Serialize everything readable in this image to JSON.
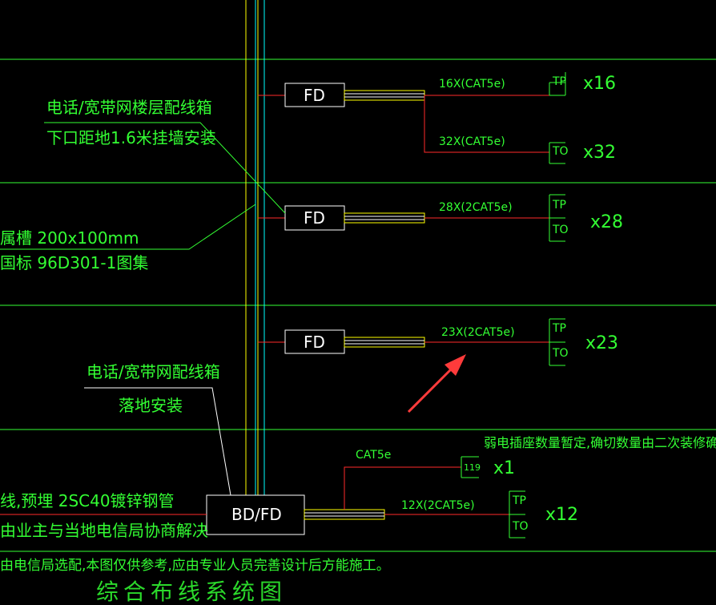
{
  "texts": {
    "note_floor_box_1": "电话/宽带网楼层配线箱",
    "note_floor_box_2": "下口距地1.6米挂墙安装",
    "note_tray_1": "属槽 200x100mm",
    "note_tray_2": "国标 96D301-1图集",
    "note_main_box_1": "电话/宽带网配线箱",
    "note_main_box_2": "落地安装",
    "note_pipe_1": "线,预埋 2SC40镀锌钢管",
    "note_pipe_2": "由业主与当地电信局协商解决",
    "note_outlet": "弱电插座数量暂定,确切数量由二次装修确定",
    "note_bottom": "由电信局选配,本图仅供参考,应由专业人员完善设计后方能施工。",
    "title": "综合布线系统图",
    "fd_label": "FD",
    "bdfd_label": "BD/FD",
    "cable_1a": "16X(CAT5e)",
    "cable_1b": "32X(CAT5e)",
    "cable_2": "28X(2CAT5e)",
    "cable_3": "23X(2CAT5e)",
    "cable_4a": "CAT5e",
    "cable_4b": "12X(2CAT5e)",
    "tp": "TP",
    "to": "TO",
    "code_119": "119",
    "count_1a": "x16",
    "count_1b": "x32",
    "count_2": "x28",
    "count_3": "x23",
    "count_4a": "x1",
    "count_4b": "x12"
  },
  "colors": {
    "background": "#000000",
    "floor_line": "#33ff33",
    "riser_cyan": "#00ffff",
    "riser_yellow": "#ffff00",
    "cable_red": "#ff2a2a",
    "text_green": "#33ff33",
    "box_white": "#ffffff",
    "arrow_red": "#ff3b3b"
  },
  "icons": [
    "outlet-tp-icon",
    "outlet-to-icon",
    "outlet-119-icon",
    "red-arrow-icon"
  ]
}
